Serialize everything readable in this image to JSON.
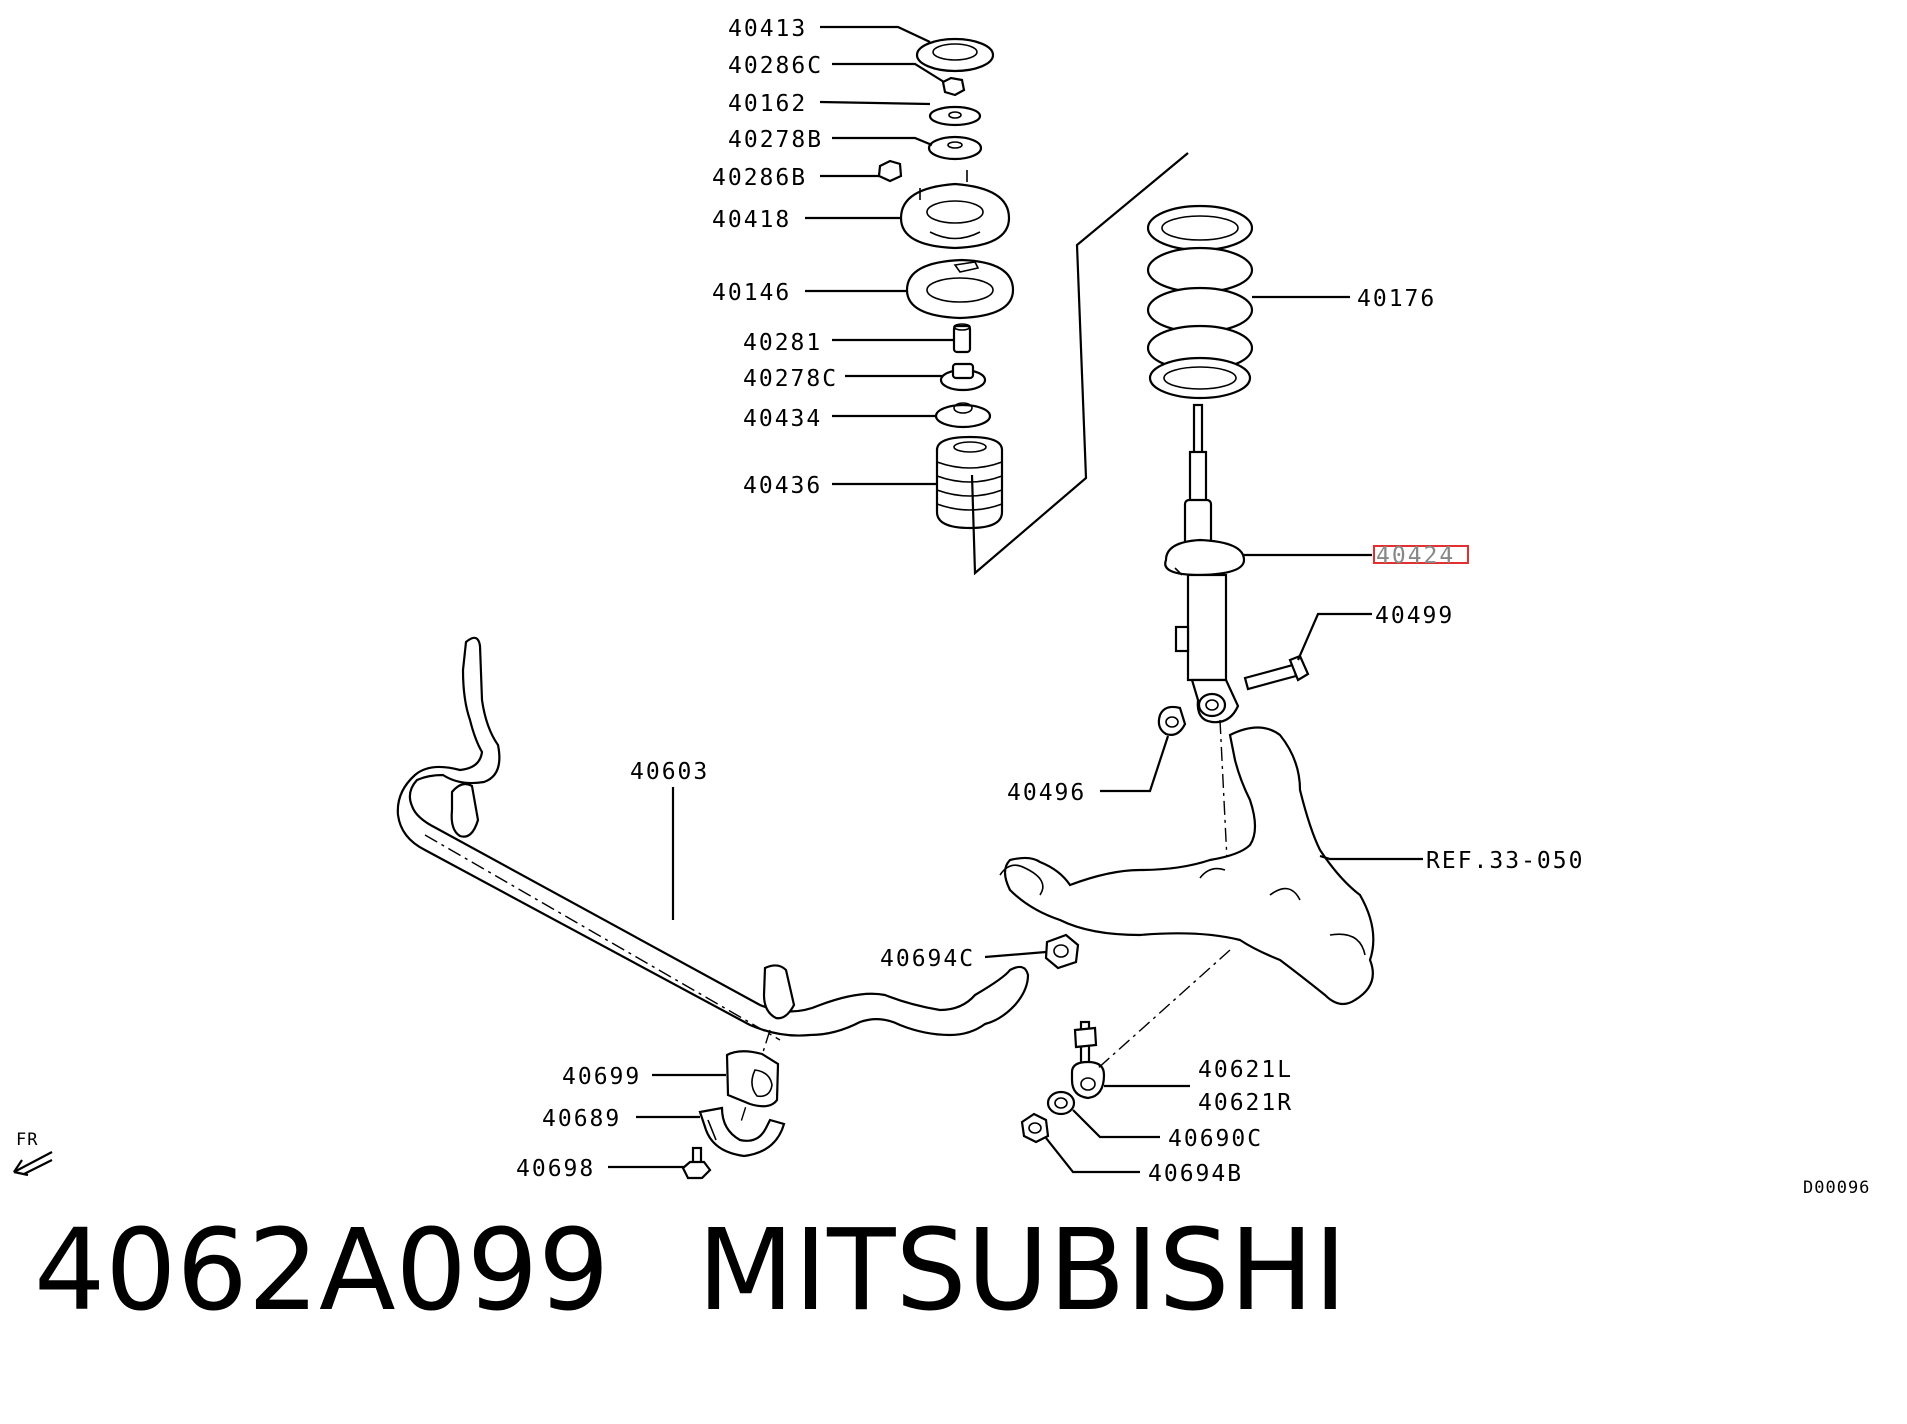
{
  "labels": {
    "p40413": "40413",
    "p40286C": "40286C",
    "p40162": "40162",
    "p40278B": "40278B",
    "p40286B": "40286B",
    "p40418": "40418",
    "p40146": "40146",
    "p40281": "40281",
    "p40278C": "40278C",
    "p40434": "40434",
    "p40436": "40436",
    "p40176": "40176",
    "p40424": "40424",
    "p40499": "40499",
    "p40496": "40496",
    "p40603": "40603",
    "ref": "REF.33-050",
    "p40694C": "40694C",
    "p40621L": "40621L",
    "p40621R": "40621R",
    "p40699": "40699",
    "p40689": "40689",
    "p40690C": "40690C",
    "p40698": "40698",
    "p40694B": "40694B",
    "fr": "FR",
    "code": "D00096"
  },
  "highlight_color": "#e03030",
  "caption": {
    "part_number": "4062A099",
    "brand": "MITSUBISHI"
  }
}
